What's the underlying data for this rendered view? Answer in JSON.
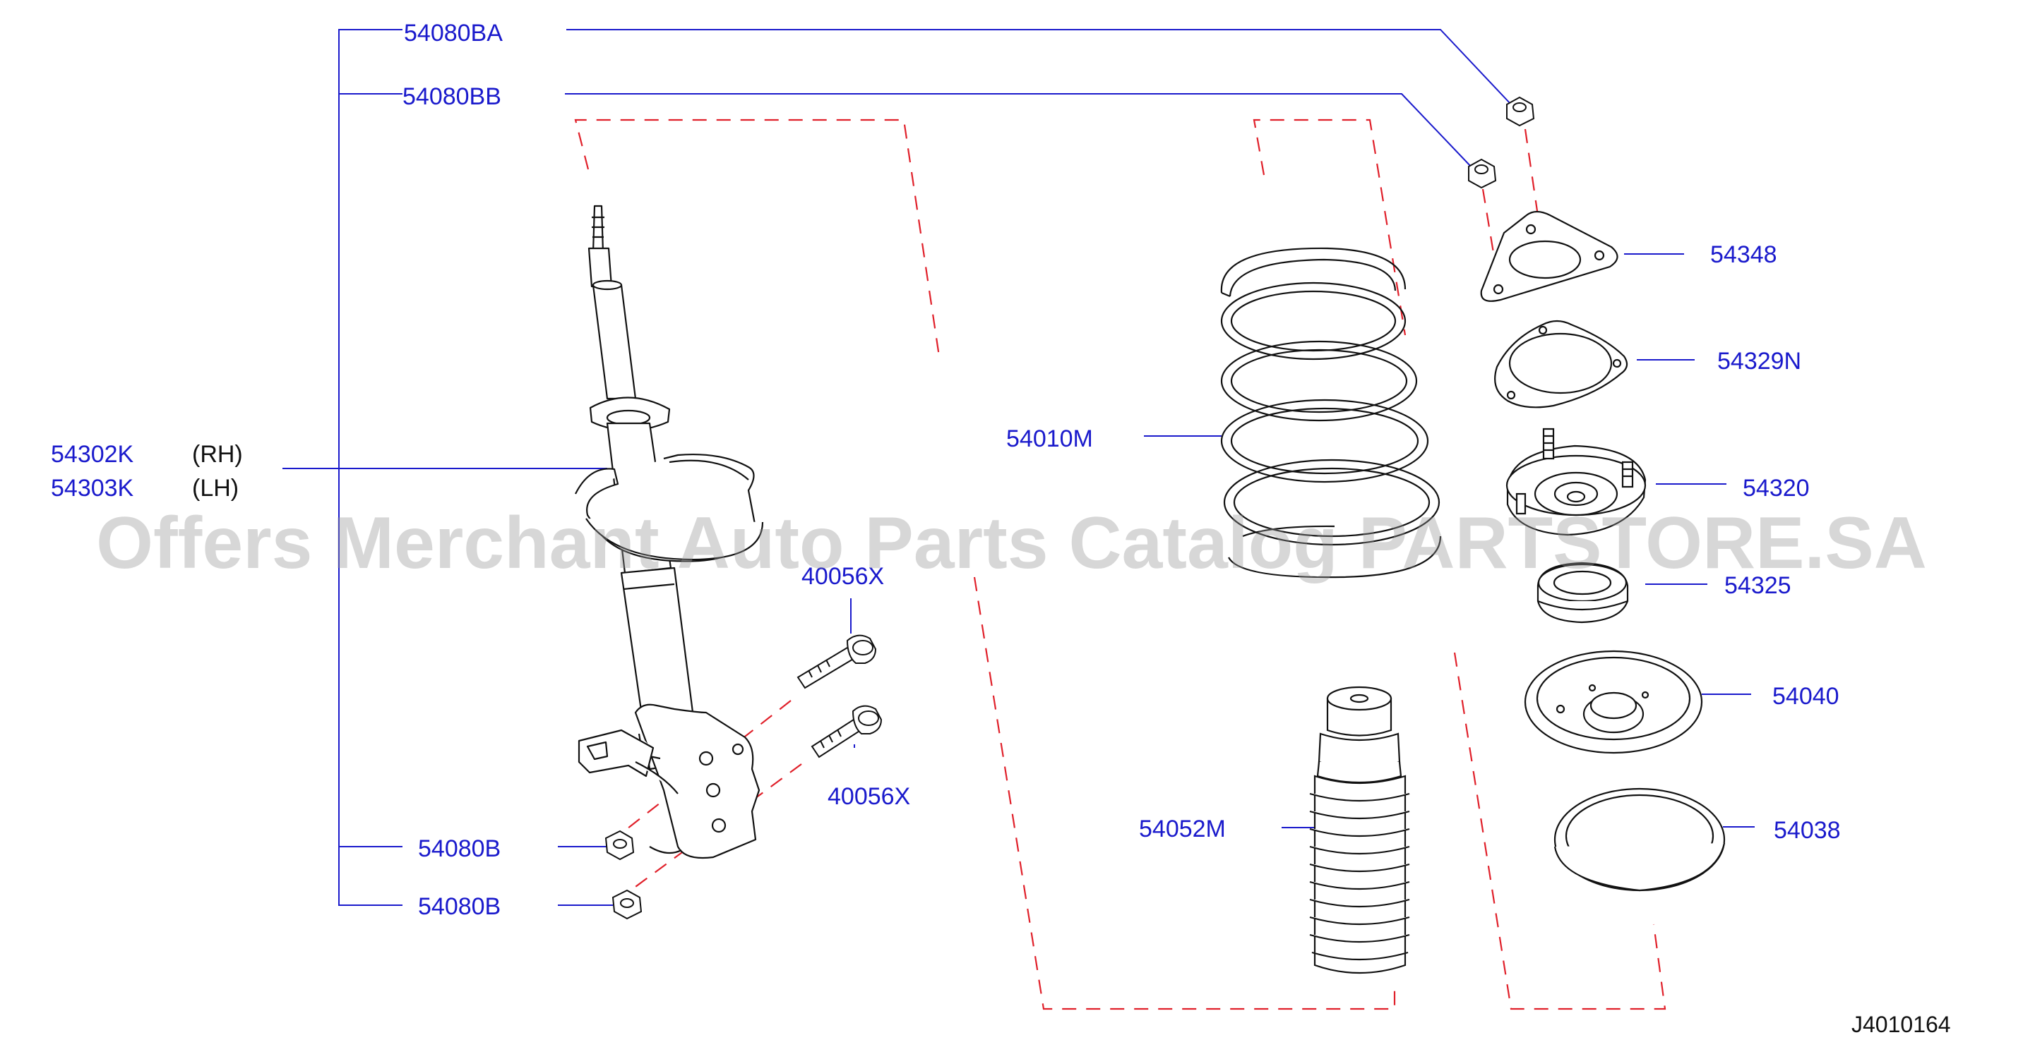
{
  "labels": {
    "p54080BA": "54080BA",
    "p54080BB": "54080BB",
    "p54302K": "54302K",
    "p54303K": "54303K",
    "rh": "(RH)",
    "lh": "(LH)",
    "p40056X_a": "40056X",
    "p40056X_b": "40056X",
    "p54080B_a": "54080B",
    "p54080B_b": "54080B",
    "p54010M": "54010M",
    "p54052M": "54052M",
    "p54348": "54348",
    "p54329N": "54329N",
    "p54320": "54320",
    "p54325": "54325",
    "p54040": "54040",
    "p54038": "54038"
  },
  "watermark": "Offers Merchant Auto Parts Catalog PARTSTORE.SA",
  "diagram_ref": "J4010164",
  "colors": {
    "label": "#1a1acc",
    "leader": "#1a1acc",
    "dashed": "#e0202a",
    "part": "#111111"
  }
}
